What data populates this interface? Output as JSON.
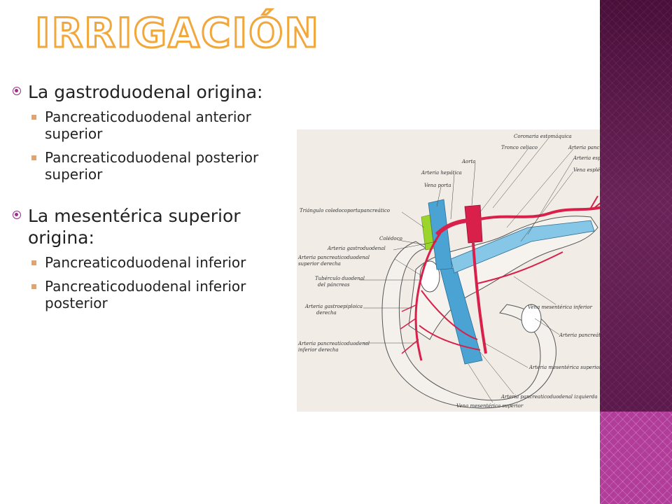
{
  "title": "Irrigación",
  "bullets": [
    {
      "text": "La gastroduodenal origina:",
      "children": [
        "Pancreaticoduodenal anterior superior",
        "Pancreaticoduodenal posterior superior"
      ]
    },
    {
      "text": "La mesentérica superior origina:",
      "children": [
        "Pancreaticoduodenal inferior",
        "Pancreaticoduodenal inferior posterior"
      ]
    }
  ],
  "figure": {
    "labels": {
      "coronaria": "Coronaria estomáquica",
      "tronco": "Tronco celiaco",
      "pancreatica_esplenica": "Arteria pancreática de la esplénica",
      "aorta": "Aorta",
      "arteria_esplenica": "Arteria esplénica",
      "arteria_hepatica": "Arteria hepática",
      "vena_esplenica": "Vena esplénica",
      "vena_porta": "Vena porta",
      "triangulo": "Triángulo coledocoportapancreático",
      "coledoco": "Colédoco",
      "gastroduodenal": "Arteria gastroduodenal",
      "pd_superior_derecha_1": "Arteria pancreaticoduodenal",
      "pd_superior_derecha_2": "superior derecha",
      "tuberculo_1": "Tubérculo duodenal",
      "tuberculo_2": "del páncreas",
      "gastroepiploica_1": "Arteria gastroepiploica",
      "gastroepiploica_2": "derecha",
      "vena_mesenterica_inferior": "Vena mesentérica inferior",
      "pancreatica_inferior": "Arteria pancreática inferior",
      "pd_inferior_derecha_1": "Arteria pancreaticoduodenal",
      "pd_inferior_derecha_2": "inferior derecha",
      "mesenterica_superior": "Arteria mesentérica superior",
      "pd_izquierda": "Arteria pancreaticoduodenal izquierda",
      "vena_mesenterica_superior": "Vena mesentérica superior"
    },
    "colors": {
      "artery": "#d8204a",
      "vein": "#4ba3d4",
      "bile": "#9bd42a",
      "organ": "#f4f0ec"
    }
  }
}
